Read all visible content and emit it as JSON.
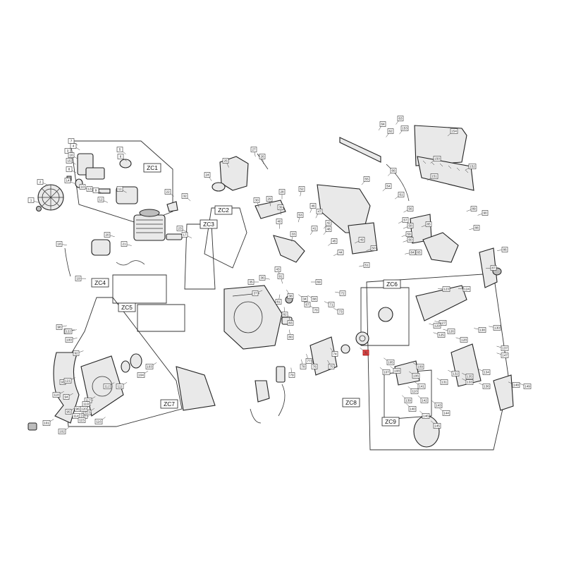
{
  "groups": [
    {
      "id": "ZC1",
      "label": "ZC1"
    },
    {
      "id": "ZC2",
      "label": "ZC2"
    },
    {
      "id": "ZC3",
      "label": "ZC3"
    },
    {
      "id": "ZC4",
      "label": "ZC4"
    },
    {
      "id": "ZC5",
      "label": "ZC5"
    },
    {
      "id": "ZC6",
      "label": "ZC6"
    },
    {
      "id": "ZC7",
      "label": "ZC7"
    },
    {
      "id": "ZC8",
      "label": "ZC8"
    },
    {
      "id": "ZC9",
      "label": "ZC9"
    }
  ],
  "callouts": [
    "1",
    "2",
    "3",
    "4",
    "5",
    "6",
    "7",
    "8",
    "9",
    "10",
    "11",
    "12",
    "13",
    "14",
    "15",
    "16",
    "17",
    "18",
    "19",
    "20",
    "21",
    "22",
    "23",
    "24",
    "25",
    "26",
    "27",
    "28",
    "29",
    "30",
    "31",
    "32",
    "33",
    "34",
    "35",
    "36",
    "37",
    "38",
    "39",
    "40",
    "41",
    "42",
    "43",
    "44",
    "45",
    "46",
    "47",
    "48",
    "49",
    "50",
    "51",
    "52",
    "53",
    "54",
    "55",
    "56",
    "57",
    "58",
    "59",
    "60",
    "61",
    "62",
    "63",
    "64",
    "65",
    "66",
    "67",
    "68",
    "69",
    "70",
    "71",
    "72",
    "73",
    "74",
    "75",
    "76",
    "77",
    "78",
    "79",
    "80",
    "81",
    "82",
    "83",
    "84",
    "85",
    "86",
    "87",
    "88",
    "89",
    "90",
    "91",
    "92",
    "93",
    "94",
    "95",
    "96",
    "97",
    "98",
    "99",
    "100",
    "101",
    "102",
    "103",
    "104",
    "105",
    "106",
    "107",
    "108",
    "109",
    "110",
    "111",
    "112",
    "113",
    "114",
    "115",
    "116",
    "117",
    "118",
    "119",
    "120",
    "121",
    "122",
    "123",
    "124",
    "125",
    "126",
    "127",
    "128",
    "129",
    "130",
    "131",
    "132",
    "133",
    "134",
    "135",
    "136",
    "137",
    "138",
    "139",
    "140",
    "141",
    "142",
    "143",
    "144",
    "145",
    "146",
    "147",
    "148",
    "149",
    "150",
    "151",
    "152",
    "153",
    "154"
  ],
  "highlighted_part": "31",
  "colors": {
    "line": "#222222",
    "fill": "#e9e9e9",
    "highlight": "#e34b4b"
  }
}
